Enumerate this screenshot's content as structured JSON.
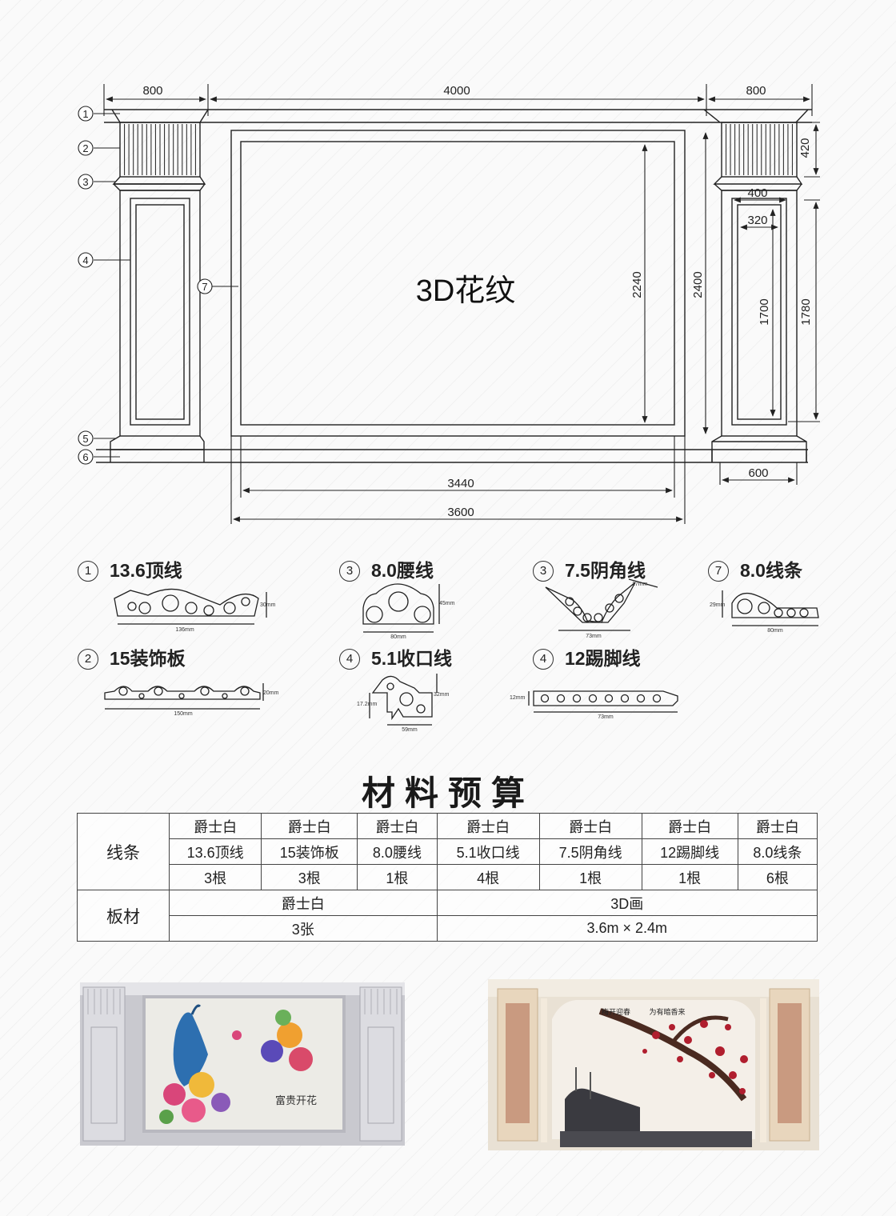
{
  "drawing": {
    "title": "3D花纹",
    "dimensions": {
      "top_left": "800",
      "top_middle": "4000",
      "top_right": "800",
      "right_capital": "420",
      "right_panel_outer_width": "400",
      "right_panel_inner_width": "320",
      "right_panel_inner_height": "1700",
      "right_panel_outer_height": "1780",
      "center_inner_height": "2240",
      "center_outer_height": "2400",
      "bottom_inner_width": "3440",
      "bottom_outer_width": "3600",
      "right_base_width": "600"
    },
    "callouts": [
      "1",
      "2",
      "3",
      "4",
      "5",
      "6",
      "7"
    ]
  },
  "profiles": [
    {
      "num": "1",
      "name": "13.6顶线",
      "width_label": "136mm",
      "height_label": "30mm"
    },
    {
      "num": "3",
      "name": "8.0腰线",
      "width_label": "80mm",
      "height_label": "45mm"
    },
    {
      "num": "3",
      "name": "7.5阴角线",
      "width_label": "73mm",
      "height_label": "17mm"
    },
    {
      "num": "7",
      "name": "8.0线条",
      "width_label": "80mm",
      "height_label": "29mm"
    },
    {
      "num": "2",
      "name": "15装饰板",
      "width_label": "150mm",
      "height_label": "20mm"
    },
    {
      "num": "4",
      "name": "5.1收口线",
      "width_label": "59mm",
      "height_label": "32mm",
      "height2_label": "17.2mm"
    },
    {
      "num": "4",
      "name": "12踢脚线",
      "width_label": "73mm",
      "height_label": "12mm"
    }
  ],
  "budget": {
    "title": "材料预算",
    "lines_category": "线条",
    "lines_material": [
      "爵士白",
      "爵士白",
      "爵士白",
      "爵士白",
      "爵士白",
      "爵士白",
      "爵士白"
    ],
    "lines_names": [
      "13.6顶线",
      "15装饰板",
      "8.0腰线",
      "5.1收口线",
      "7.5阴角线",
      "12踢脚线",
      "8.0线条"
    ],
    "lines_qty": [
      "3根",
      "3根",
      "1根",
      "4根",
      "1根",
      "1根",
      "6根"
    ],
    "board_category": "板材",
    "board_material": "爵士白",
    "board_qty": "3张",
    "painting_name": "3D画",
    "painting_size": "3.6m × 2.4m"
  },
  "photos": {
    "left_calligraphy": "富贵开花",
    "right_calligraphy_1": "梅开迎春",
    "right_calligraphy_2": "为有暗香来"
  }
}
